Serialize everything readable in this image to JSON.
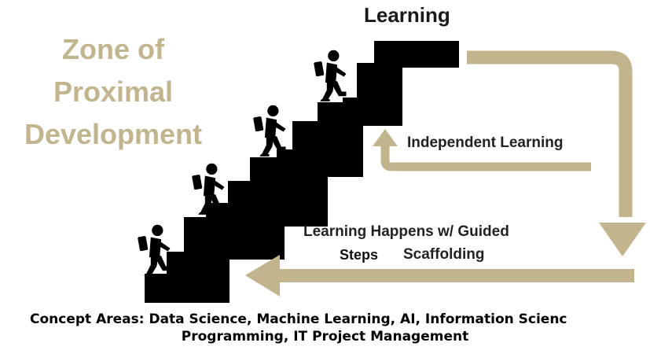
{
  "diagram": {
    "title_lines": [
      "Zone of",
      "Proximal",
      "Development"
    ],
    "top_label": "Learning",
    "independent_label": "Independent Learning",
    "guided_label": "Learning Happens w/ Guided",
    "steps_label": "Steps",
    "scaffolding_label": "Scaffolding",
    "caption_lines": [
      "Concept Areas: Data Science, Machine Learning, AI, Information Scienc",
      "Programming, IT Project Management"
    ]
  },
  "colors": {
    "title": "#c2b48d",
    "arrow": "#c2b48d",
    "stairs": "#000000",
    "text": "#222222"
  },
  "icons": [
    "stair-climber-icon"
  ]
}
